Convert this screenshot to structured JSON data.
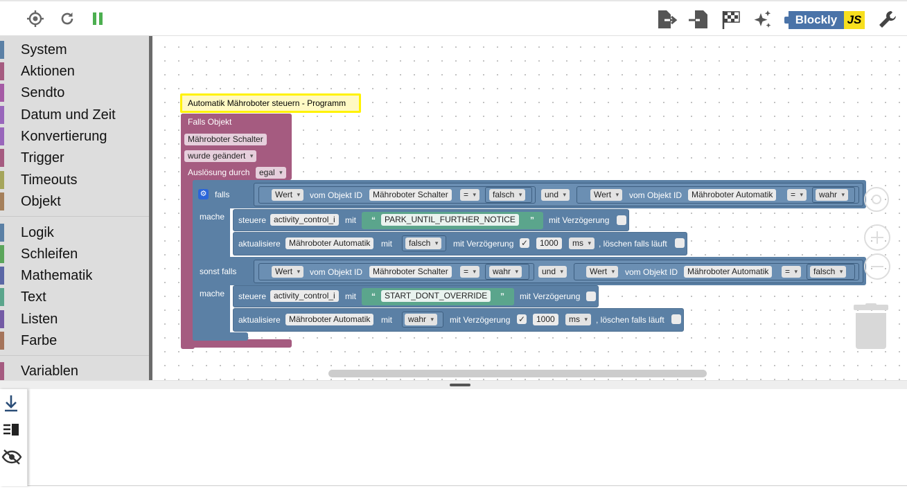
{
  "toolbar": {
    "left_icons": [
      "crosshair-icon",
      "reload-icon",
      "pause-icon"
    ],
    "right_icons": [
      "export-icon",
      "import-icon",
      "checkered-flag-icon",
      "sparkles-icon",
      "blockly-js-toggle",
      "wrench-icon"
    ],
    "blockly_label": "Blockly",
    "js_label": "JS",
    "pause_color": "#4caf50"
  },
  "sidebar": {
    "categories": [
      {
        "label": "System",
        "color": "#5b80a5"
      },
      {
        "label": "Aktionen",
        "color": "#a55b80"
      },
      {
        "label": "Sendto",
        "color": "#a55ba5"
      },
      {
        "label": "Datum und Zeit",
        "color": "#9966bb"
      },
      {
        "label": "Konvertierung",
        "color": "#9966bb"
      },
      {
        "label": "Trigger",
        "color": "#a55b80"
      },
      {
        "label": "Timeouts",
        "color": "#a5a55b"
      },
      {
        "label": "Objekt",
        "color": "#a5805b"
      },
      {
        "label": "Logik",
        "color": "#5b80a5"
      },
      {
        "label": "Schleifen",
        "color": "#5ba55b"
      },
      {
        "label": "Mathematik",
        "color": "#5b67a5"
      },
      {
        "label": "Text",
        "color": "#5ba58c"
      },
      {
        "label": "Listen",
        "color": "#745ba5"
      },
      {
        "label": "Farbe",
        "color": "#a5745b"
      },
      {
        "label": "Variablen",
        "color": "#a55b80"
      }
    ]
  },
  "workspace": {
    "comment": "Automatik Mähroboter steuern - Programm",
    "trigger": {
      "title": "Falls Objekt",
      "object": "Mähroboter Schalter",
      "condition": "wurde geändert",
      "cause_label": "Auslösung durch",
      "cause_value": "egal"
    },
    "if_block": {
      "if_label": "falls",
      "do_label": "mache",
      "elseif_label": "sonst falls",
      "cond1": {
        "left": {
          "prop": "Wert",
          "of": "vom Objekt ID",
          "obj": "Mähroboter Schalter",
          "op": "=",
          "val": "falsch"
        },
        "and": "und",
        "right": {
          "prop": "Wert",
          "of": "vom Objekt ID",
          "obj": "Mähroboter Automatik",
          "op": "=",
          "val": "wahr"
        }
      },
      "do1": {
        "control": {
          "label": "steuere",
          "obj": "activity_control_i",
          "with": "mit",
          "value": "PARK_UNTIL_FURTHER_NOTICE",
          "delay": "mit Verzögerung"
        },
        "update": {
          "label": "aktualisiere",
          "obj": "Mähroboter Automatik",
          "with": "mit",
          "value": "falsch",
          "delay": "mit Verzögerung",
          "ms_value": "1000",
          "unit": "ms",
          "clear": ", löschen falls läuft"
        }
      },
      "cond2": {
        "left": {
          "prop": "Wert",
          "of": "vom Objekt ID",
          "obj": "Mähroboter Schalter",
          "op": "=",
          "val": "wahr"
        },
        "and": "und",
        "right": {
          "prop": "Wert",
          "of": "vom Objekt ID",
          "obj": "Mähroboter Automatik",
          "op": "=",
          "val": "falsch"
        }
      },
      "do2": {
        "control": {
          "label": "steuere",
          "obj": "activity_control_i",
          "with": "mit",
          "value": "START_DONT_OVERRIDE",
          "delay": "mit Verzögerung"
        },
        "update": {
          "label": "aktualisiere",
          "obj": "Mähroboter Automatik",
          "with": "mit",
          "value": "wahr",
          "delay": "mit Verzögerung",
          "ms_value": "1000",
          "unit": "ms",
          "clear": ", löschen falls läuft"
        }
      }
    },
    "controls": [
      "recenter-icon",
      "zoom-in-icon",
      "zoom-out-icon",
      "trash-icon"
    ]
  },
  "log_panel": {
    "icons": [
      "download-icon",
      "list-view-icon",
      "eye-off-icon"
    ]
  }
}
